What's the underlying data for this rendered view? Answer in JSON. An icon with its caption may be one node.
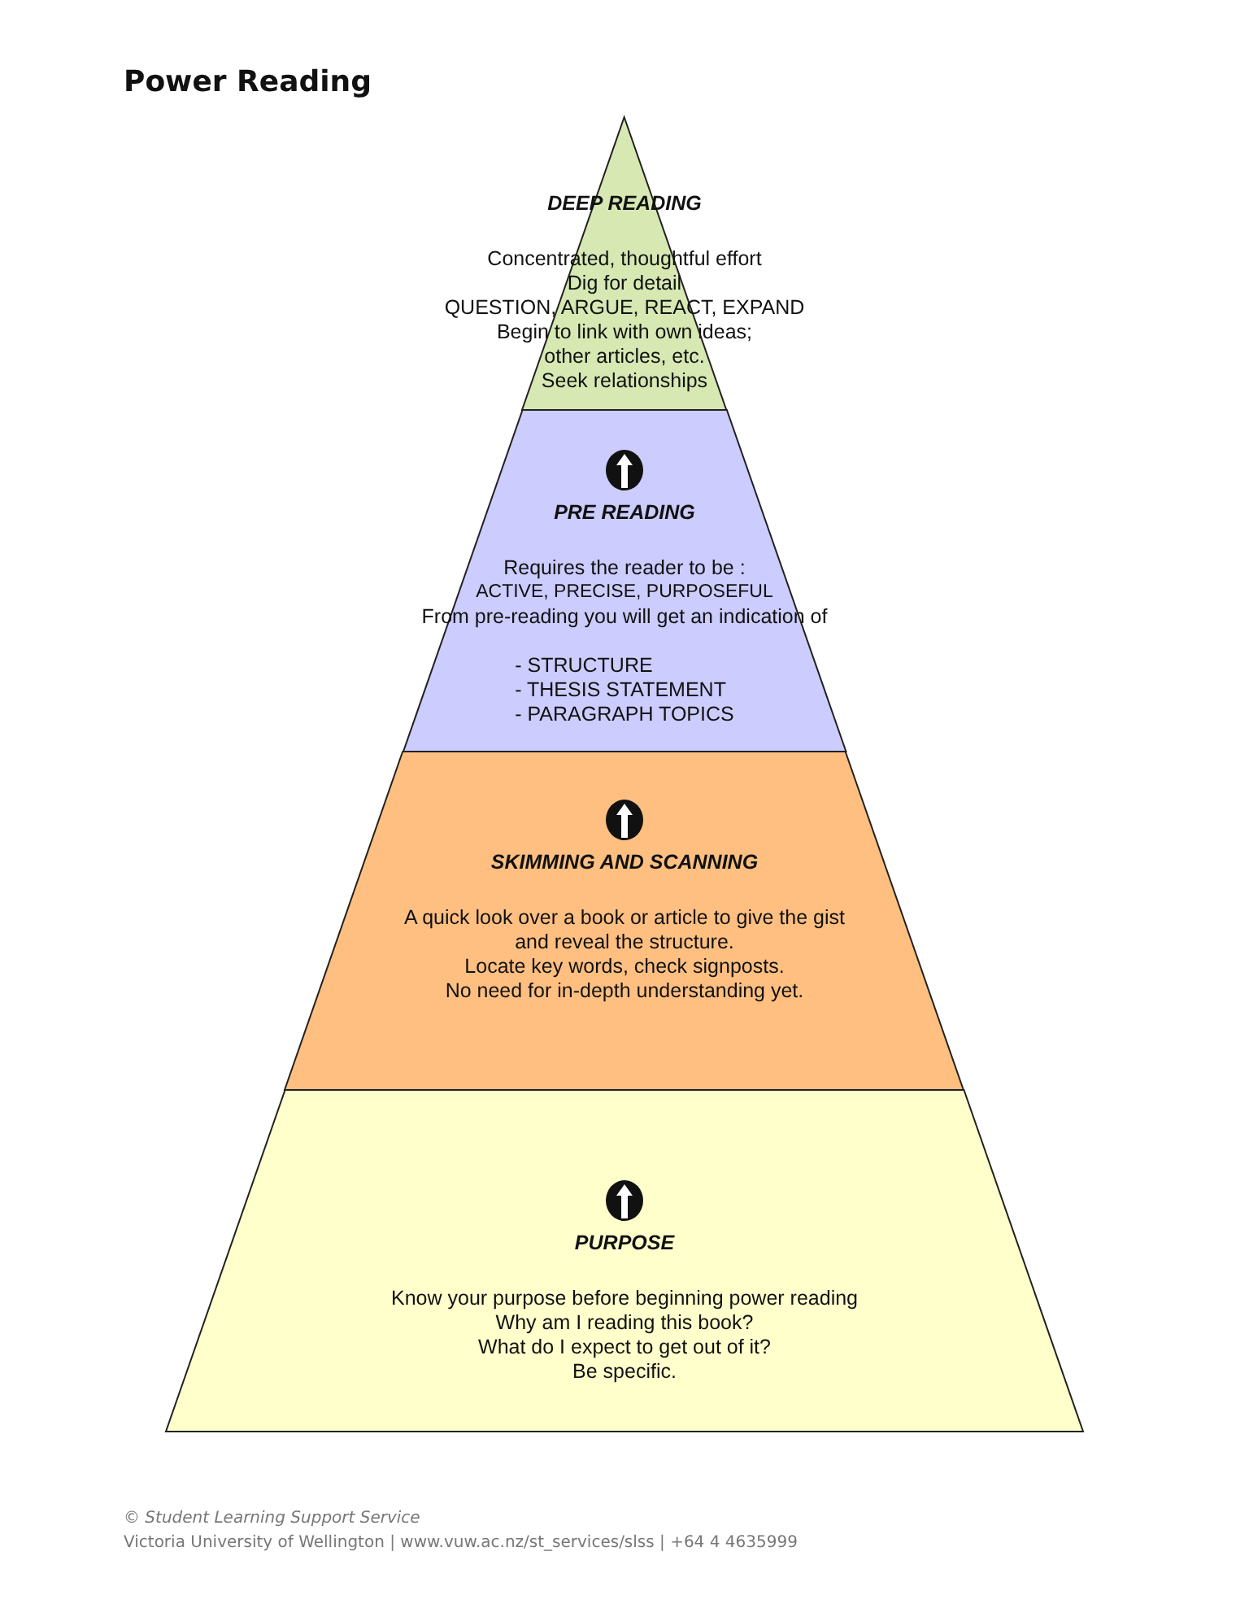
{
  "diagram": {
    "title": "Power Reading",
    "nodes": [
      {
        "text": [
          "DEEP READING",
          "Concentrated, thoughtful effort",
          "Dig for detail",
          "QUESTION, ARGUE, REACT, EXPAND",
          "Begin to link with own ideas;",
          "other articles, etc.",
          "Seek relationships"
        ]
      },
      {
        "text": [
          "PRE READING",
          "Requires the reader to be :",
          "ACTIVE, PRECISE, PURPOSEFUL",
          "From pre-reading you will get an indication of",
          "- STRUCTURE",
          "- THESIS STATEMENT",
          "- PARAGRAPH TOPICS"
        ]
      },
      {
        "text": [
          "SKIMMING AND SCANNING",
          "A quick look over a book or article to give the gist",
          "and reveal the structure.",
          "Locate key words, check signposts.",
          "No need for in-depth understanding yet."
        ]
      },
      {
        "text": [
          "PURPOSE",
          "Know your purpose before beginning power reading",
          "Why am I reading this book?",
          "What do I expect to get out of it?",
          "Be specific."
        ]
      }
    ],
    "labels": [
      "© Student Learning Support Service",
      "Victoria University of Wellington | www.vuw.ac.nz/st_services/slss | +64 4 4635999"
    ]
  }
}
